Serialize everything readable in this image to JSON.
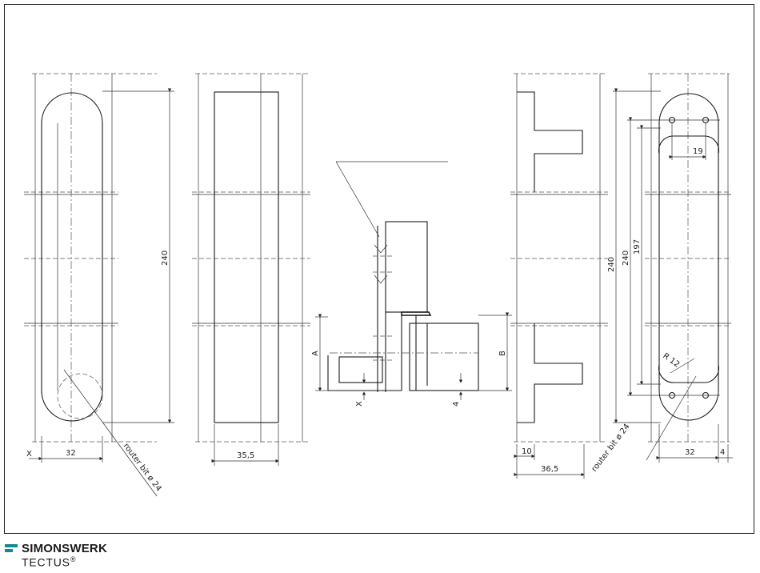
{
  "brand": {
    "company": "SIMONSWERK",
    "product": "TECTUS",
    "registered_mark": "®",
    "accent_color": "#17888f"
  },
  "dimensions": {
    "x_left": "X",
    "w32_left": "32",
    "len240_left": "240",
    "router_bit_left": "router bit ø 24",
    "w35_5": "35,5",
    "a_label": "A",
    "b_label": "B",
    "x_center": "X",
    "four_center": "4",
    "ten": "10",
    "w36_5": "36,5",
    "len240_right": "240",
    "len197": "197",
    "w19": "19",
    "r12": "R 12",
    "router_bit_right": "router bit ø 24",
    "w32_right": "32",
    "four_right": "4"
  }
}
